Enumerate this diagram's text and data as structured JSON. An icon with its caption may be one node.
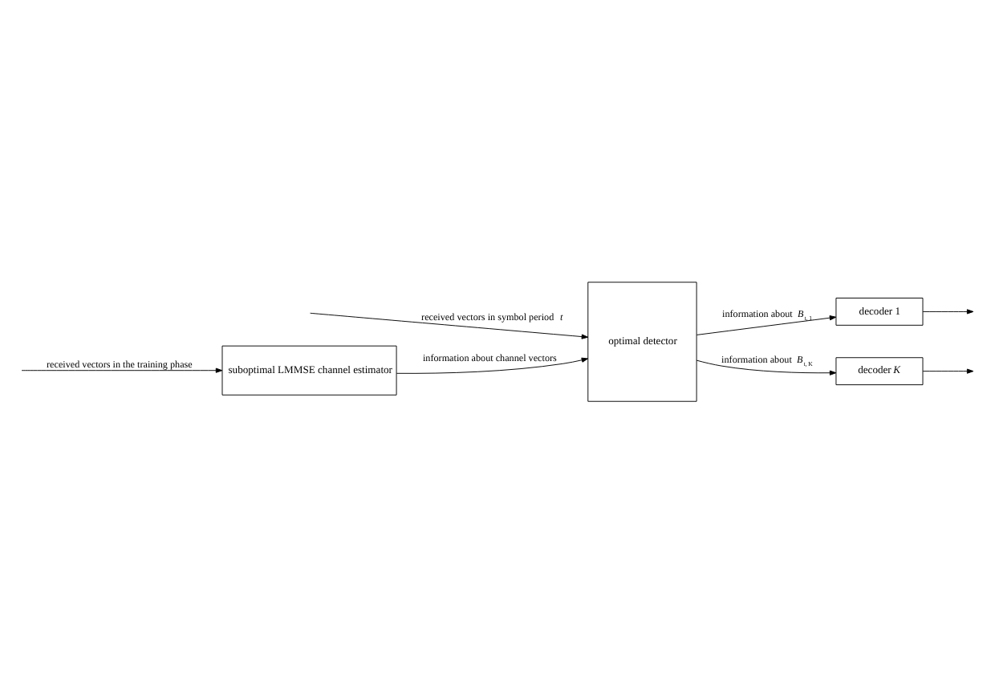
{
  "diagram": {
    "nodes": [
      {
        "text": [
          "suboptimal LMMSE channel estimator"
        ]
      },
      {
        "text": [
          "optimal detector"
        ]
      },
      {
        "text": [
          "decoder 1"
        ]
      },
      {
        "text": [
          "decoder *K*"
        ]
      }
    ],
    "edges": [
      {
        "from": null,
        "to": 0,
        "arrow": "to",
        "label": "received vectors in the training phase"
      },
      {
        "from": 0,
        "to": 1,
        "arrow": "to",
        "label": "information about channel vectors"
      },
      {
        "from": 1,
        "to": 2,
        "arrow": "to",
        "label": "information about *B*$_{t, 1}$"
      },
      {
        "from": 1,
        "to": 3,
        "arrow": "to",
        "label": "information about *B*$_{t, K}$"
      },
      {
        "from": 2,
        "to": null,
        "arrow": "to"
      },
      {
        "from": 3,
        "to": null,
        "arrow": "to"
      },
      {
        "from": null,
        "to": 1,
        "arrow": "to",
        "label": "received vectors in symbol period *t*"
      }
    ]
  }
}
